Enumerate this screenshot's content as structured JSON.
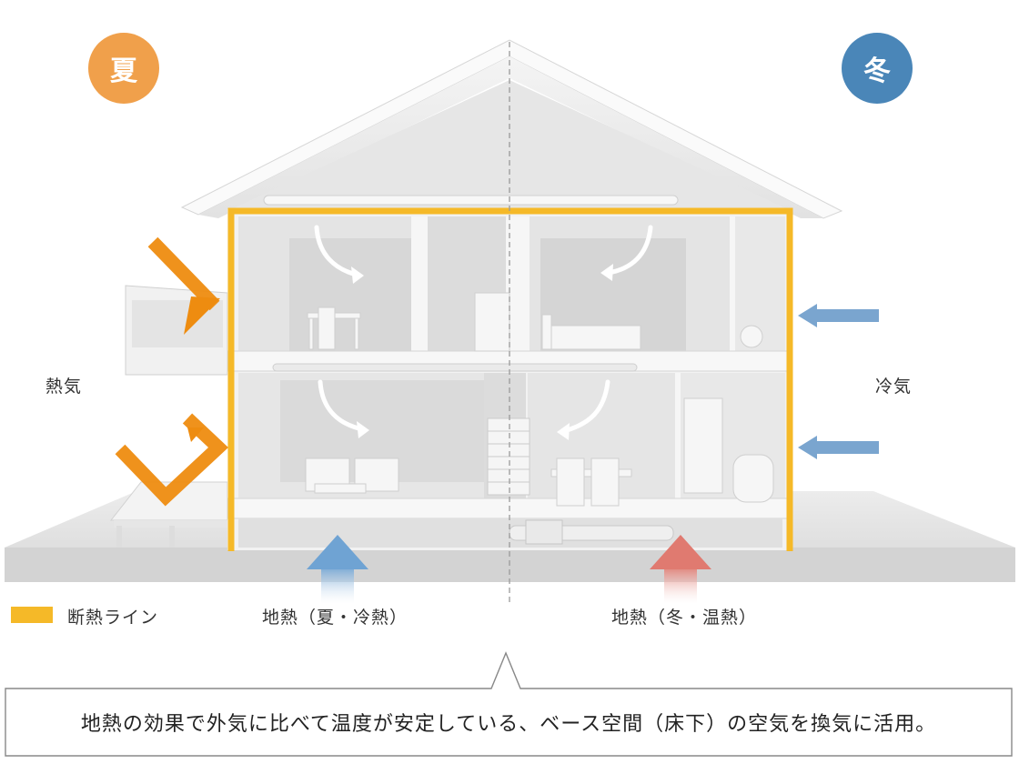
{
  "badges": {
    "summer": "夏",
    "winter": "冬"
  },
  "labels": {
    "hot_air": "熱気",
    "cold_air": "冷気",
    "legend_insulation": "断熱ライン",
    "geo_summer": "地熱（夏・冷熱）",
    "geo_winter": "地熱（冬・温熱）"
  },
  "caption": "地熱の効果で外気に比べて温度が安定している、ベース空間（床下）の空気を換気に活用。",
  "colors": {
    "summer": "#f0a04b",
    "winter": "#4a86b8",
    "insulation": "#f5b928",
    "hot_arrow": "#ee8c10",
    "cold_arrow": "#7aa5cf"
  }
}
